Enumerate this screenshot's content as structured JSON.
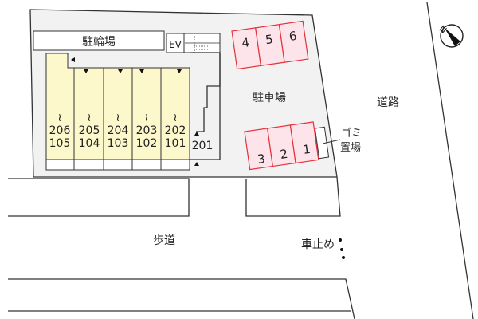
{
  "labels": {
    "bicycle_parking": "駐輪場",
    "elevator": "EV",
    "parking_lot": "駐車場",
    "road": "道路",
    "garbage_1": "ゴミ",
    "garbage_2": "置場",
    "sidewalk": "歩道",
    "bollard": "車止め",
    "unit_201": "201",
    "wave": "≀"
  },
  "units": [
    {
      "upper": "206",
      "lower": "105"
    },
    {
      "upper": "205",
      "lower": "104"
    },
    {
      "upper": "204",
      "lower": "103"
    },
    {
      "upper": "203",
      "lower": "102"
    },
    {
      "upper": "202",
      "lower": "101"
    }
  ],
  "parking_top": [
    "4",
    "5",
    "6"
  ],
  "parking_bottom": [
    "3",
    "2",
    "1"
  ],
  "colors": {
    "lot": "#f2f2f2",
    "unit_fill": "#fdf8cc",
    "parking_fill": "#fde3ea",
    "parking_stroke": "#e8303a"
  },
  "compass": {
    "label": "N",
    "icon": "north-arrow-icon"
  }
}
